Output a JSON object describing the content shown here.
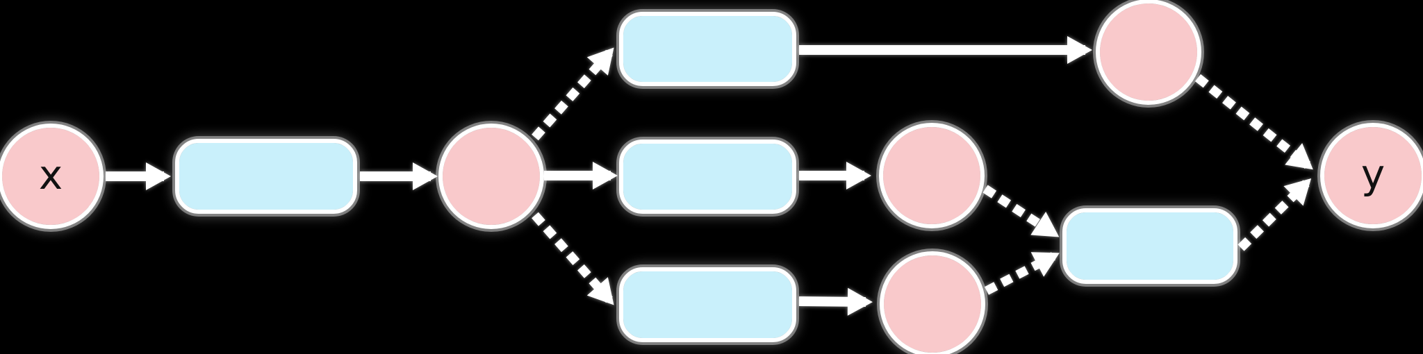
{
  "diagram": {
    "kind": "flow-graph",
    "background": "#000000",
    "colors": {
      "variable_fill": "#F9C9CB",
      "operation_fill": "#C9F0FB",
      "edge": "#FFFFFF",
      "label_text": "#111111"
    },
    "nodes": [
      {
        "id": "x",
        "type": "variable",
        "shape": "circle",
        "label": "x"
      },
      {
        "id": "op-1",
        "type": "operation",
        "shape": "rect",
        "label": ""
      },
      {
        "id": "v-1",
        "type": "variable",
        "shape": "circle",
        "label": ""
      },
      {
        "id": "op-top",
        "type": "operation",
        "shape": "rect",
        "label": ""
      },
      {
        "id": "op-mid",
        "type": "operation",
        "shape": "rect",
        "label": ""
      },
      {
        "id": "op-bottom",
        "type": "operation",
        "shape": "rect",
        "label": ""
      },
      {
        "id": "v-top",
        "type": "variable",
        "shape": "circle",
        "label": ""
      },
      {
        "id": "v-mid",
        "type": "variable",
        "shape": "circle",
        "label": ""
      },
      {
        "id": "v-bottom",
        "type": "variable",
        "shape": "circle",
        "label": ""
      },
      {
        "id": "op-right",
        "type": "operation",
        "shape": "rect",
        "label": ""
      },
      {
        "id": "y",
        "type": "variable",
        "shape": "circle",
        "label": "y"
      }
    ],
    "edges": [
      {
        "from": "x",
        "to": "op-1",
        "style": "solid"
      },
      {
        "from": "op-1",
        "to": "v-1",
        "style": "solid"
      },
      {
        "from": "v-1",
        "to": "op-top",
        "style": "dashed"
      },
      {
        "from": "v-1",
        "to": "op-mid",
        "style": "solid"
      },
      {
        "from": "v-1",
        "to": "op-bottom",
        "style": "dashed"
      },
      {
        "from": "op-top",
        "to": "v-top",
        "style": "solid"
      },
      {
        "from": "op-mid",
        "to": "v-mid",
        "style": "solid"
      },
      {
        "from": "op-bottom",
        "to": "v-bottom",
        "style": "solid"
      },
      {
        "from": "v-mid",
        "to": "op-right",
        "style": "dashed"
      },
      {
        "from": "v-bottom",
        "to": "op-right",
        "style": "dashed"
      },
      {
        "from": "op-right",
        "to": "y",
        "style": "dashed"
      },
      {
        "from": "v-top",
        "to": "y",
        "style": "dashed"
      }
    ]
  }
}
